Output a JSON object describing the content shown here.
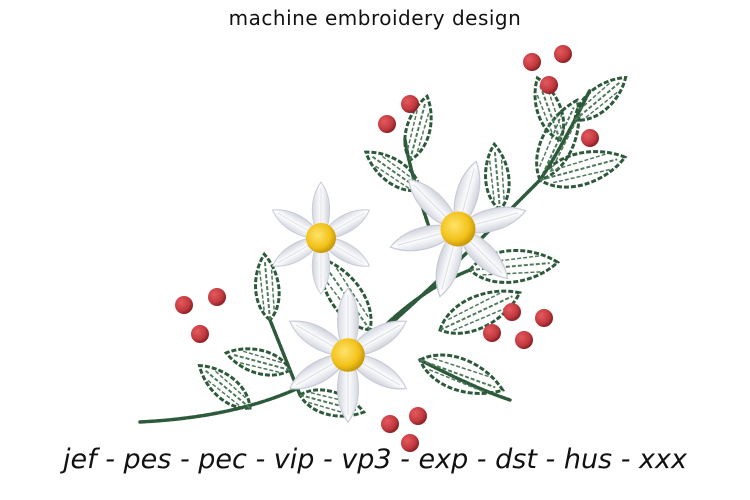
{
  "heading": "machine embroidery design",
  "formats_line": "jef - pes - pec - vip - vp3 - exp - dst - hus - xxx",
  "colors": {
    "leaf_outline": "#2e5a3c",
    "leaf_stitch": "#4f7a5a",
    "petal": "#f4f5f8",
    "petal_shade": "#c9ccd6",
    "flower_center": "#f2c21a",
    "flower_center_dark": "#c99a0a",
    "berry": "#c23a3f",
    "berry_dark": "#8e2328",
    "text": "#111111"
  },
  "artwork": {
    "subject": "embroidered-floral-spray",
    "flowers": 3,
    "berries": 16
  }
}
